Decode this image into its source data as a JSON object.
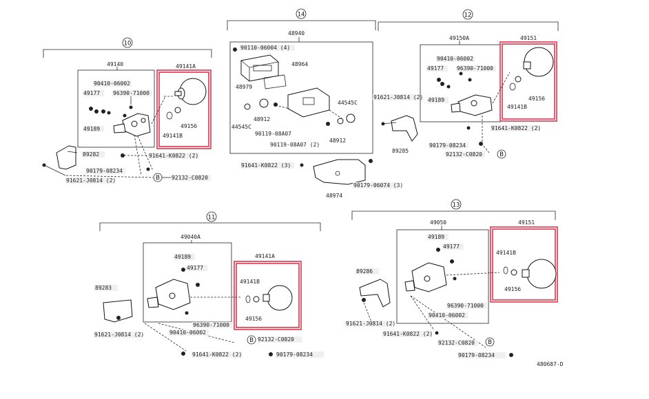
{
  "diagram_id": "480687-D",
  "groups": {
    "g10": {
      "circle": "10",
      "assembly": "49140",
      "accumulator": "49141A",
      "parts": {
        "p1": "90410-06002",
        "p2": "96390-71000",
        "p3": "49177",
        "p4": "49189",
        "p5": "49156",
        "p6": "49141B",
        "p7": "89282",
        "p8": "91641-K0822 (2)",
        "p9": "90179-08234",
        "p10": "91621-J0814 (2)",
        "p11": "92132-C0820"
      },
      "ref": "B"
    },
    "g14": {
      "circle": "14",
      "assembly": "48940",
      "parts": {
        "p1": "90110-06004 (4)",
        "p2": "48964",
        "p3": "48979",
        "p4": "44545C",
        "p5": "44545C",
        "p6": "48912",
        "p7": "90119-08A07",
        "p8": "48912",
        "p9": "90119-08A07 (2)",
        "p10": "91641-K0822 (3)",
        "p11": "48974",
        "p12": "90179-06074 (3)"
      }
    },
    "g12": {
      "circle": "12",
      "assembly": "49150A",
      "accumulator": "49151",
      "parts": {
        "p1": "90410-06002",
        "p2": "96390-71000",
        "p3": "49177",
        "p4": "49189",
        "p5": "91621-J0814 (2)",
        "p6": "89285",
        "p7": "49156",
        "p8": "49141B",
        "p9": "91641-K0822 (2)",
        "p10": "90179-08234",
        "p11": "92132-C0820"
      },
      "ref": "B"
    },
    "g11": {
      "circle": "11",
      "assembly": "49040A",
      "accumulator": "49141A",
      "parts": {
        "p1": "49189",
        "p2": "49177",
        "p3": "89283",
        "p4": "49141B",
        "p5": "49156",
        "p6": "96390-71000",
        "p7": "90410-06002",
        "p8": "91621-J0814 (2)",
        "p9": "92132-C0820",
        "p10": "91641-K0822 (2)",
        "p11": "90179-08234"
      },
      "ref": "B"
    },
    "g13": {
      "circle": "13",
      "assembly": "49050",
      "accumulator": "49151",
      "parts": {
        "p1": "49189",
        "p2": "49177",
        "p3": "89286",
        "p4": "49141B",
        "p5": "49156",
        "p6": "96390-71000",
        "p7": "90410-06002",
        "p8": "91621-J0814 (2)",
        "p9": "91641-K0822 (2)",
        "p10": "92132-C0820",
        "p11": "90179-08234"
      },
      "ref": "B"
    }
  },
  "colors": {
    "highlight": "#e3334d",
    "line": "#222222",
    "label_bg": "#f0f0f0"
  }
}
